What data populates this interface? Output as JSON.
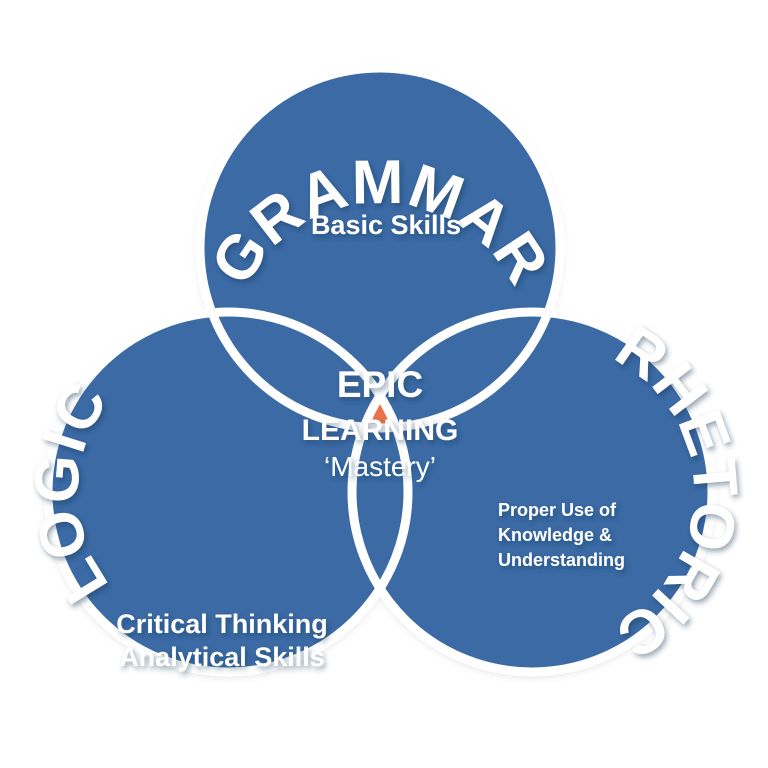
{
  "diagram": {
    "type": "venn-3-circle",
    "background_color": "#ffffff",
    "circle_color": "#3A6BA5",
    "intersection_color": "#E8714A",
    "outline_color": "#ffffff",
    "text_color": "#ffffff"
  },
  "circles": {
    "top": {
      "title": "GRAMMAR",
      "subtitle_lines": [
        "Basic Skills"
      ]
    },
    "left": {
      "title": "LOGIC",
      "subtitle_lines": [
        "Critical Thinking",
        "Analytical Skills"
      ]
    },
    "right": {
      "title": "RHETORIC",
      "subtitle_lines": [
        "Proper Use of",
        "Knowledge &",
        "Understanding"
      ]
    }
  },
  "center": {
    "line1": "EPIC",
    "line2": "LEARNING",
    "line3": "‘Mastery’"
  }
}
